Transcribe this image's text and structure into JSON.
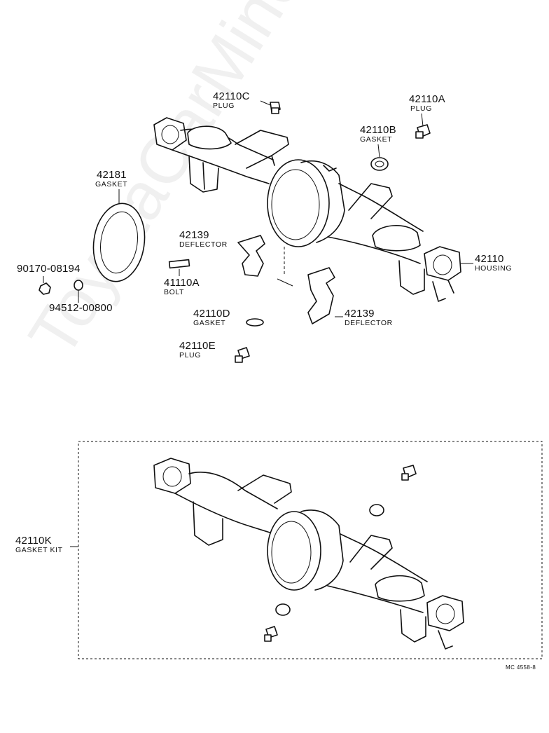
{
  "watermark": "ToyotaCarMine.ru",
  "ref": "MC  4558-8",
  "parts": {
    "p42110C": {
      "num": "42110C",
      "name": "PLUG"
    },
    "p42110A": {
      "num": "42110A",
      "name": "PLUG"
    },
    "p42110B": {
      "num": "42110B",
      "name": "GASKET"
    },
    "p42181": {
      "num": "42181",
      "name": "GASKET"
    },
    "p42139a": {
      "num": "42139",
      "name": "DEFLECTOR"
    },
    "p42110": {
      "num": "42110",
      "name": "HOUSING"
    },
    "p90170": {
      "num": "90170-08194"
    },
    "p41110A": {
      "num": "41110A",
      "name": "BOLT"
    },
    "p94512": {
      "num": "94512-00800"
    },
    "p42110D": {
      "num": "42110D",
      "name": "GASKET"
    },
    "p42139b": {
      "num": "42139",
      "name": "DEFLECTOR"
    },
    "p42110E": {
      "num": "42110E",
      "name": "PLUG"
    },
    "p42110K": {
      "num": "42110K",
      "name": "GASKET KIT"
    }
  }
}
